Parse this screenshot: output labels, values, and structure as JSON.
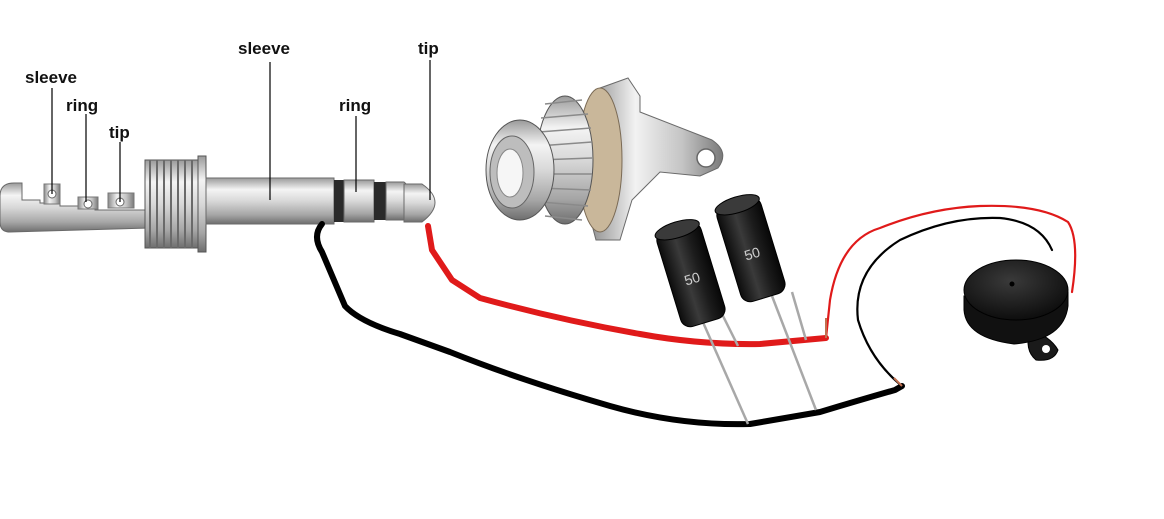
{
  "labels": {
    "jack_sleeve": "sleeve",
    "jack_ring": "ring",
    "jack_tip": "tip",
    "plug_sleeve": "sleeve",
    "plug_ring": "ring",
    "plug_tip": "tip"
  },
  "components": {
    "capacitor_marking": "50"
  },
  "colors": {
    "red_wire": "#e01a1a",
    "black_wire": "#000000",
    "metal_light": "#e6e6e6",
    "metal_dark": "#7a7a7a",
    "capacitor_body": "#1e1e1e",
    "buzzer_body": "#1a1a1a"
  }
}
